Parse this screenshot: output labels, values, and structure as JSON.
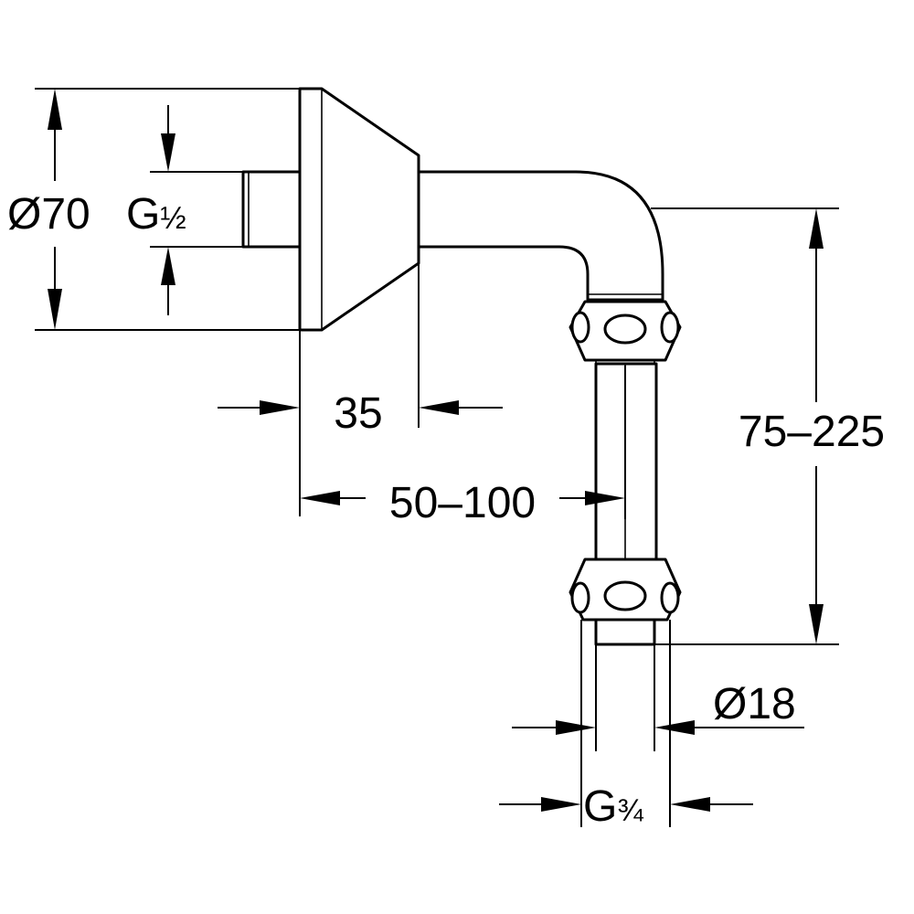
{
  "labels": {
    "flange_diameter": "Ø70",
    "inlet_thread": "G",
    "inlet_thread_fraction": "½",
    "flange_depth": "35",
    "offset_range": "50–100",
    "height_range": "75–225",
    "pipe_diameter": "Ø18",
    "outlet_thread": "G",
    "outlet_thread_fraction": "¾"
  }
}
